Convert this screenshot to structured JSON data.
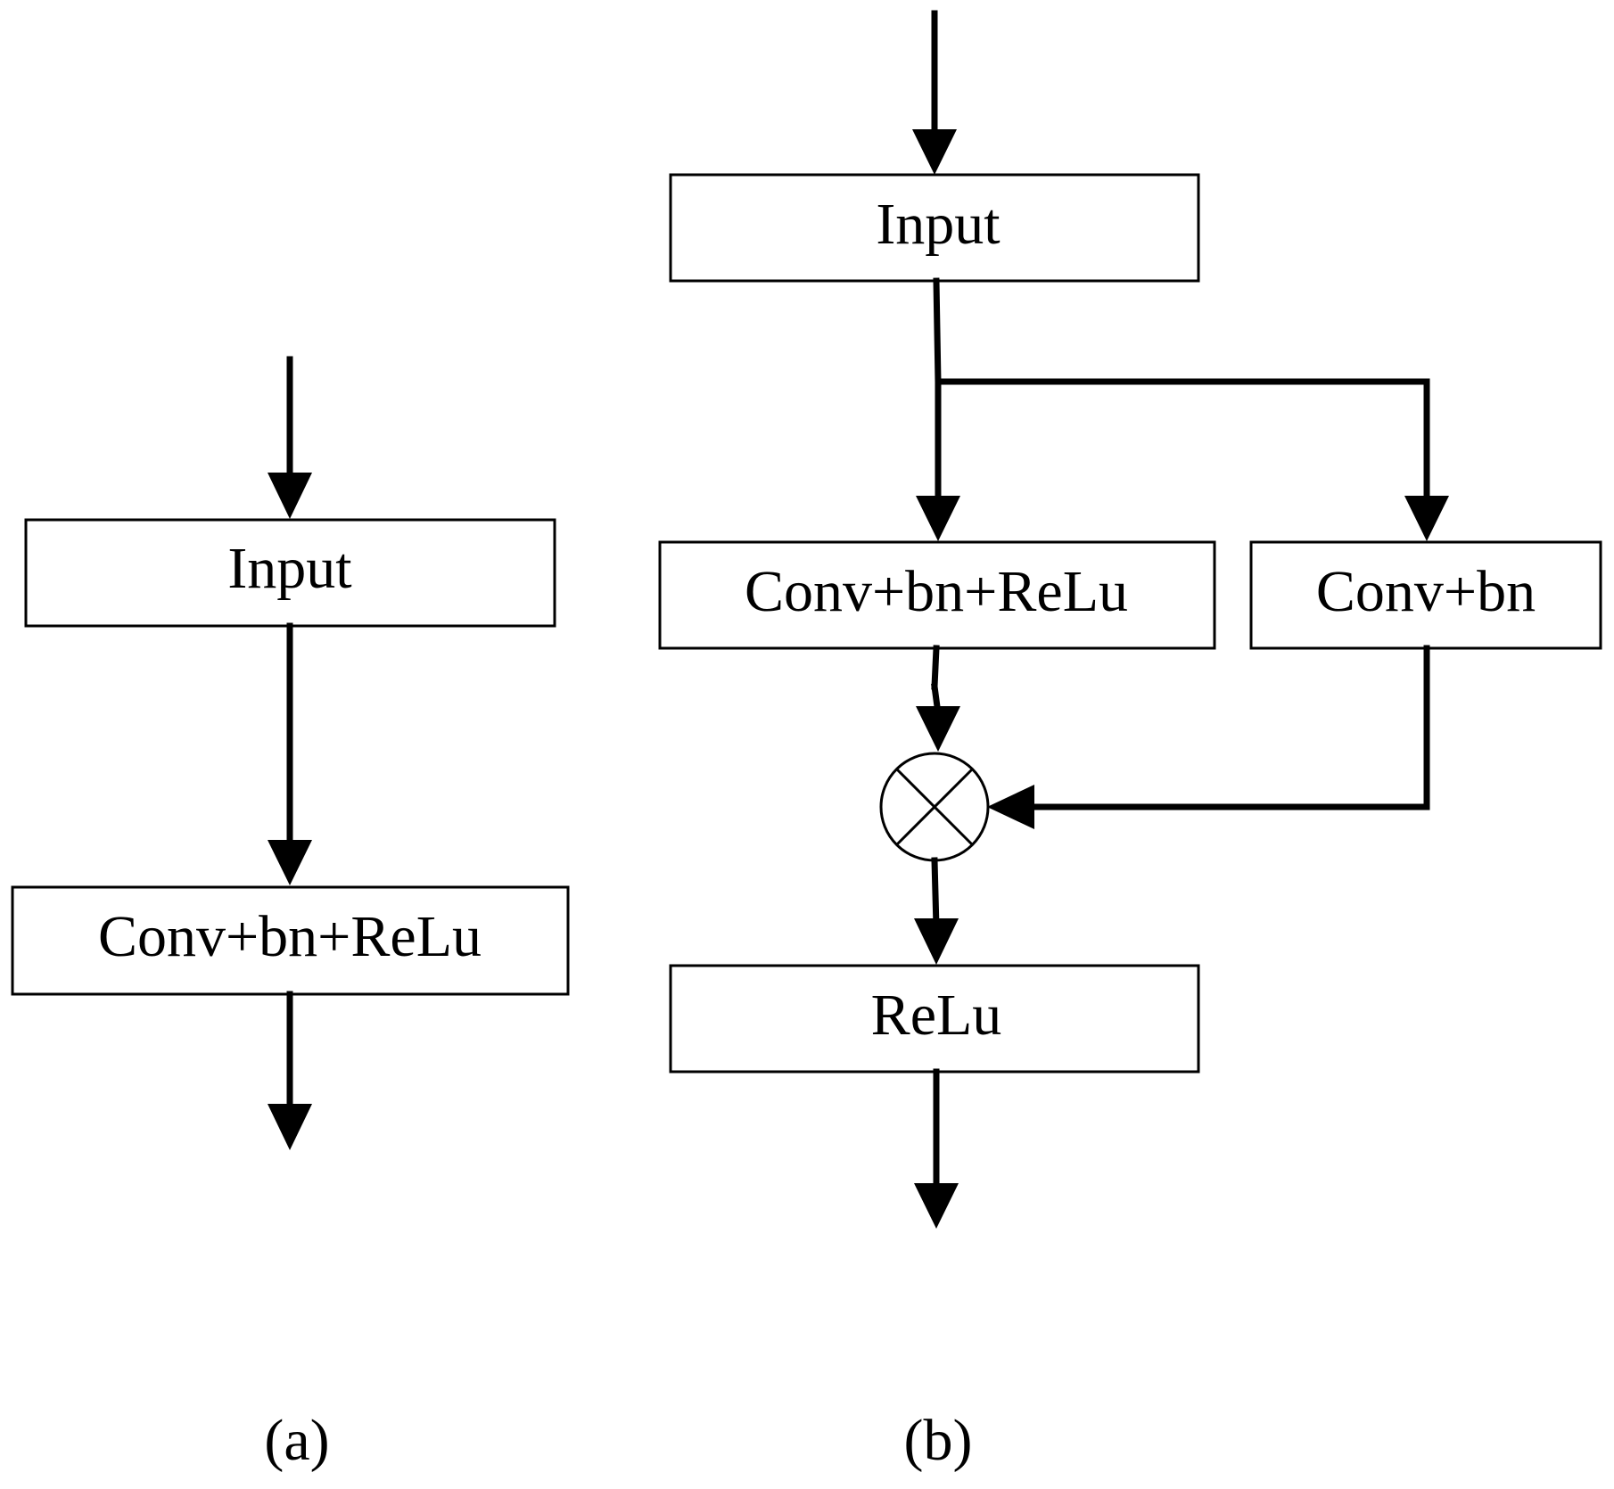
{
  "diagram_a": {
    "input_label": "Input",
    "conv_label": "Conv+bn+ReLu",
    "caption": "(a)"
  },
  "diagram_b": {
    "input_label": "Input",
    "conv_relu_label": "Conv+bn+ReLu",
    "conv_bn_label": "Conv+bn",
    "multiply_symbol": "⊗",
    "relu_label": "ReLu",
    "caption": "(b)"
  }
}
